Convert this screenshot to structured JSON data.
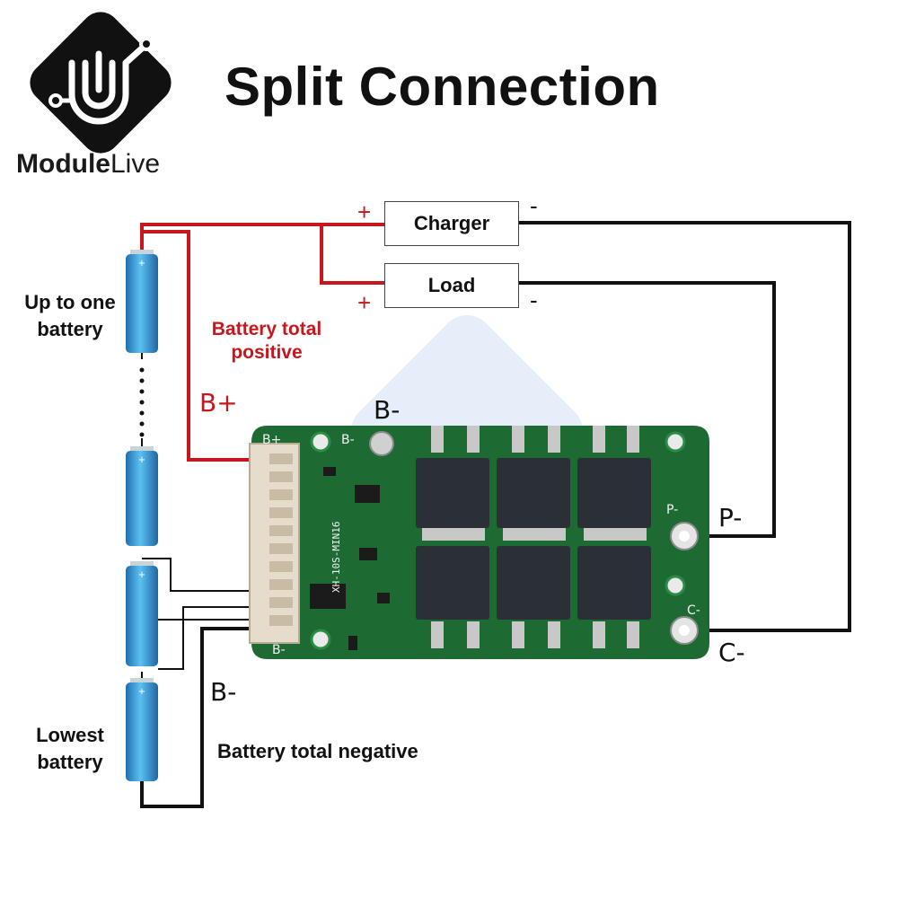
{
  "title": "Split Connection",
  "brand": {
    "bold": "Module",
    "light": "Live"
  },
  "boxes": {
    "charger": "Charger",
    "load": "Load"
  },
  "signs": {
    "charger_plus": "+",
    "charger_minus": "-",
    "load_plus": "+",
    "load_minus": "-"
  },
  "labels": {
    "up_line1": "Up to one",
    "up_line2": "battery",
    "total_pos_line1": "Battery total",
    "total_pos_line2": "positive",
    "b_plus": "B+",
    "b_minus_top": "B-",
    "b_minus_bottom": "B-",
    "p_minus": "P-",
    "c_minus": "C-",
    "lowest_line1": "Lowest",
    "lowest_line2": "battery",
    "total_neg": "Battery total negative"
  },
  "board": {
    "silk_bplus": "B+",
    "silk_bminus_top": "B-",
    "silk_bminus_bottom": "B-",
    "silk_p": "P-",
    "silk_c": "C-",
    "model": "XH-10S-MIN16"
  },
  "colors": {
    "positive_wire": "#c8161d",
    "negative_wire": "#111111",
    "battery": "#2f8fd0",
    "pcb": "#1d6b33"
  }
}
